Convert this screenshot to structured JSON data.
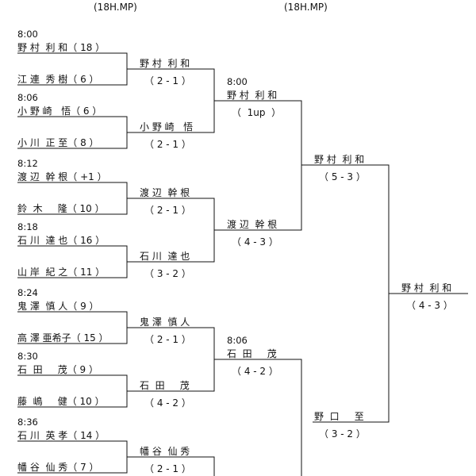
{
  "header": {
    "left": "(18H.MP)",
    "right": "(18H.MP)"
  },
  "round1": [
    {
      "time": "8:00",
      "top": "野 村  利 和（ 18 ）",
      "bottom": "江 連  秀 樹（ 6 ）"
    },
    {
      "time": "8:06",
      "top": "小 野 崎   悟（ 6 ）",
      "bottom": "小 川  正 至（ 8 ）"
    },
    {
      "time": "8:12",
      "top": "渡 辺  幹 根（ +1 ）",
      "bottom": "鈴  木     隆（ 10 ）"
    },
    {
      "time": "8:18",
      "top": "石 川  達 也（ 16 ）",
      "bottom": "山 岸  紀 之（ 11 ）"
    },
    {
      "time": "8:24",
      "top": "鬼 澤  慎 人（ 9 ）",
      "bottom": "高 澤 亜希子（ 15 ）"
    },
    {
      "time": "8:30",
      "top": "石  田     茂（ 9 ）",
      "bottom": "藤  嶋     健（ 10 ）"
    },
    {
      "time": "8:36",
      "top": "石 川  英 孝（ 14 ）",
      "bottom": "幡 谷  仙 秀（ 7 ）"
    }
  ],
  "round2": [
    {
      "name": "野 村  利 和",
      "score": "（ 2 - 1 ）"
    },
    {
      "name": "小 野 崎   悟",
      "score": "（ 2 - 1 ）"
    },
    {
      "name": "渡 辺  幹 根",
      "score": "（ 2 - 1 ）"
    },
    {
      "name": "石 川  達 也",
      "score": "（ 3 - 2 ）"
    },
    {
      "name": "鬼 澤  慎 人",
      "score": "（ 2 - 1 ）"
    },
    {
      "name": "石  田     茂",
      "score": "（ 4 - 2 ）"
    },
    {
      "name": "幡 谷  仙 秀",
      "score": "（ 2 - 1 ）"
    }
  ],
  "round3": [
    {
      "time": "8:00",
      "name": "野 村  利 和",
      "score": "（  1up  ）"
    },
    {
      "name": "渡 辺  幹 根",
      "score": "（ 4 - 3 ）"
    },
    {
      "time": "8:06",
      "name": "石  田     茂",
      "score": "（ 4 - 2 ）"
    }
  ],
  "round4": [
    {
      "name": "野 村  利 和",
      "score": "（ 5 - 3 ）"
    },
    {
      "name": "野  口     至",
      "score": "（ 3 - 2 ）"
    }
  ],
  "round5": [
    {
      "name": "野 村  利 和",
      "score": "（ 4 - 3 ）"
    }
  ]
}
